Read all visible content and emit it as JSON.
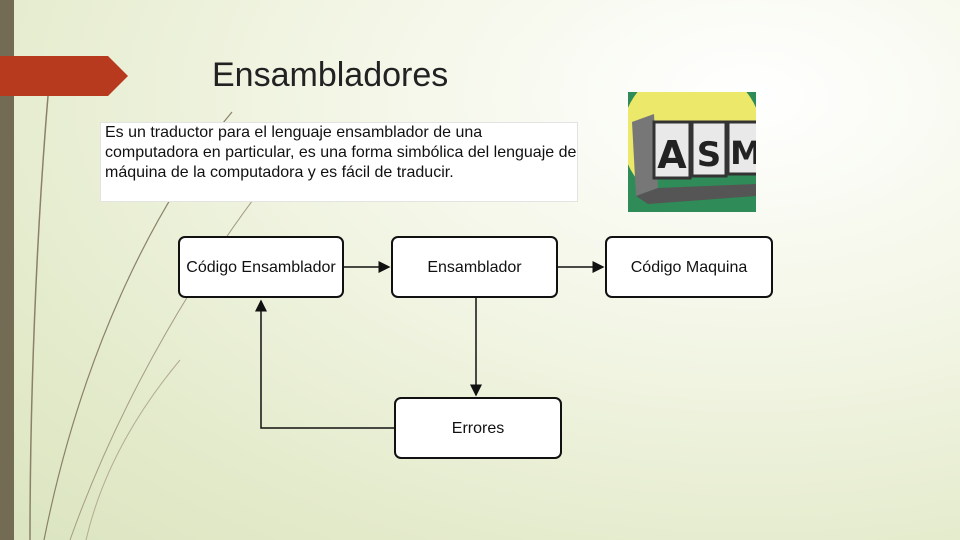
{
  "slide": {
    "title": "Ensambladores",
    "description": "Es un traductor para el lenguaje ensamblador de una computadora en particular, es una forma simbólica del lenguaje de máquina de la computadora y es fácil de traducir."
  },
  "logo": {
    "letters": [
      "A",
      "S",
      "M"
    ],
    "colors": {
      "yellow": "#ece86a",
      "green": "#2f8b57",
      "tile": "#e9e9e9"
    }
  },
  "diagram": {
    "nodes": {
      "source_code": "Código Ensamblador",
      "assembler": "Ensamblador",
      "machine_code": "Código Maquina",
      "errors": "Errores"
    }
  },
  "theme": {
    "accent": "#b83a1e",
    "sidebar": "#746b55",
    "line": "#111111"
  }
}
